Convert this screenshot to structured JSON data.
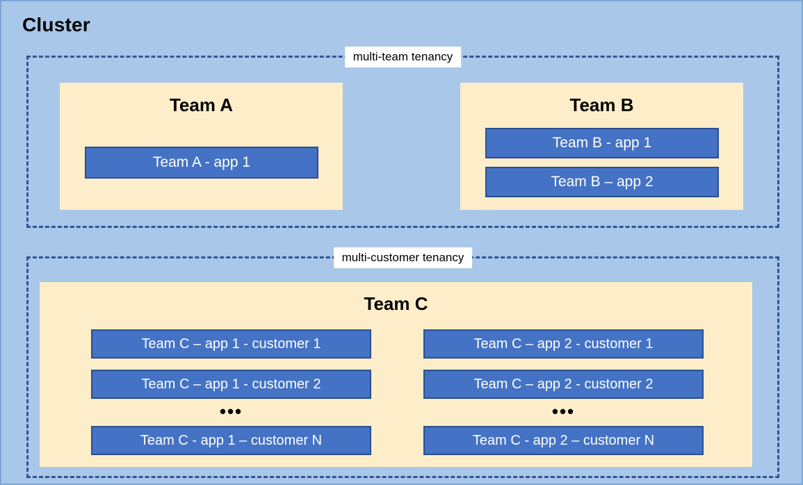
{
  "diagram": {
    "title": "Cluster",
    "background_color": "#a9c7e8",
    "zones": [
      {
        "id": "multi-team",
        "label": "multi-team tenancy",
        "border_color": "#2f5597",
        "border_style": "dashed"
      },
      {
        "id": "multi-customer",
        "label": "multi-customer tenancy",
        "border_color": "#2f5597",
        "border_style": "dashed"
      }
    ],
    "teams": {
      "team_a": {
        "title": "Team A",
        "box_color": "#fdeec9",
        "apps": [
          {
            "label": "Team A - app 1",
            "color": "#4472c4"
          }
        ]
      },
      "team_b": {
        "title": "Team B",
        "box_color": "#fdeec9",
        "apps": [
          {
            "label": "Team B - app 1",
            "color": "#4472c4"
          },
          {
            "label": "Team B – app 2",
            "color": "#4472c4"
          }
        ]
      },
      "team_c": {
        "title": "Team C",
        "box_color": "#fdeec9",
        "ellipsis": "•••",
        "app_columns": [
          {
            "name": "app-1",
            "apps": [
              {
                "label": "Team C – app 1 - customer 1",
                "color": "#4472c4"
              },
              {
                "label": "Team C – app 1 - customer 2",
                "color": "#4472c4"
              },
              {
                "label": "Team C - app 1 – customer N",
                "color": "#4472c4"
              }
            ]
          },
          {
            "name": "app-2",
            "apps": [
              {
                "label": "Team C – app 2 - customer 1",
                "color": "#4472c4"
              },
              {
                "label": "Team C – app 2 - customer 2",
                "color": "#4472c4"
              },
              {
                "label": "Team C - app 2 – customer N",
                "color": "#4472c4"
              }
            ]
          }
        ]
      }
    }
  }
}
